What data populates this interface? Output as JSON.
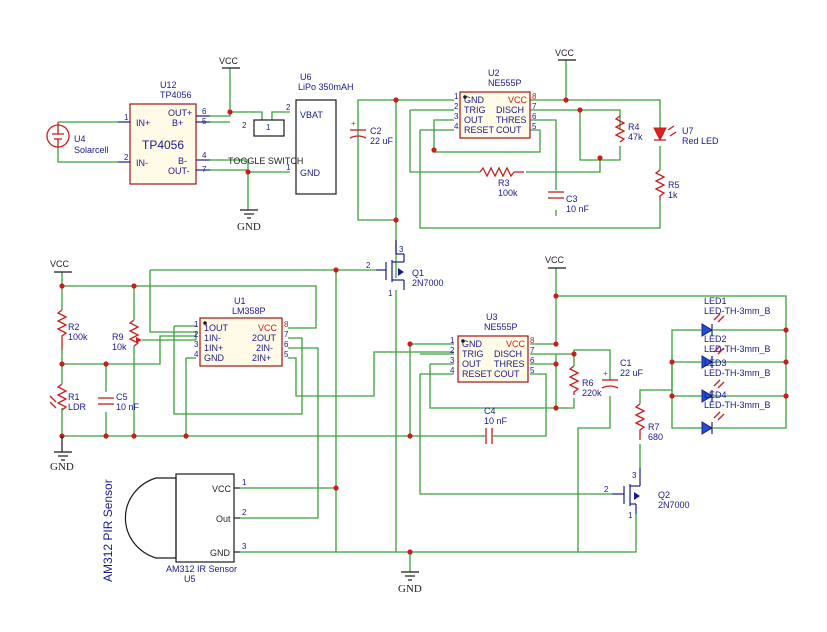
{
  "components": {
    "u12": {
      "ref": "U12",
      "part": "TP4056",
      "title": "TP4056",
      "pins": [
        "IN+",
        "IN-",
        "OUT+",
        "B+",
        "B-",
        "OUT-"
      ],
      "pin_nums": [
        "1",
        "2",
        "6",
        "5",
        "4",
        "7"
      ]
    },
    "u4": {
      "ref": "U4",
      "value": "Solarcell",
      "pins": [
        "1",
        "2"
      ]
    },
    "u6": {
      "ref": "U6",
      "value": "LiPo 350mAH",
      "pins": [
        "VBAT",
        "GND"
      ],
      "pin_nums": [
        "2",
        "1"
      ]
    },
    "toggle": {
      "value": "TOGGLE SWITCH",
      "pins": [
        "2",
        "1"
      ]
    },
    "u2": {
      "ref": "U2",
      "part": "NE555P",
      "pins_left": [
        "GND",
        "TRIG",
        "OUT",
        "RESET"
      ],
      "pins_right": [
        "VCC",
        "DISCH",
        "THRES",
        "COUT"
      ],
      "nums_left": [
        "1",
        "2",
        "3",
        "4"
      ],
      "nums_right": [
        "8",
        "7",
        "6",
        "5"
      ]
    },
    "c2": {
      "ref": "C2",
      "value": "22 uF"
    },
    "r4": {
      "ref": "R4",
      "value": "47k"
    },
    "u7": {
      "ref": "U7",
      "value": "Red LED"
    },
    "r5": {
      "ref": "R5",
      "value": "1k"
    },
    "r3": {
      "ref": "R3",
      "value": "100k"
    },
    "c3": {
      "ref": "C3",
      "value": "10 nF"
    },
    "q1": {
      "ref": "Q1",
      "value": "2N7000",
      "pins": [
        "2",
        "3",
        "1"
      ]
    },
    "u1": {
      "ref": "U1",
      "part": "LM358P",
      "pins_left": [
        "1OUT",
        "1IN-",
        "1IN+",
        "GND"
      ],
      "pins_right": [
        "VCC",
        "2OUT",
        "2IN-",
        "2IN+"
      ],
      "nums_left": [
        "1",
        "2",
        "3",
        "4"
      ],
      "nums_right": [
        "8",
        "7",
        "6",
        "5"
      ]
    },
    "r2": {
      "ref": "R2",
      "value": "100k"
    },
    "r9": {
      "ref": "R9",
      "value": "10k"
    },
    "r1": {
      "ref": "R1",
      "value": "LDR"
    },
    "c5": {
      "ref": "C5",
      "value": "10 nF"
    },
    "u3": {
      "ref": "U3",
      "part": "NE555P",
      "pins_left": [
        "GND",
        "TRIG",
        "OUT",
        "RESET"
      ],
      "pins_right": [
        "VCC",
        "DISCH",
        "THRES",
        "COUT"
      ],
      "nums_left": [
        "1",
        "2",
        "3",
        "4"
      ],
      "nums_right": [
        "8",
        "7",
        "6",
        "5"
      ]
    },
    "c1": {
      "ref": "C1",
      "value": "22 uF"
    },
    "r6": {
      "ref": "R6",
      "value": "220k"
    },
    "c4": {
      "ref": "C4",
      "value": "10 nF"
    },
    "r7": {
      "ref": "R7",
      "value": "680"
    },
    "q2": {
      "ref": "Q2",
      "value": "2N7000",
      "pins": [
        "2",
        "3",
        "1"
      ]
    },
    "leds": [
      {
        "ref": "LED1",
        "value": "LED-TH-3mm_B"
      },
      {
        "ref": "LED2",
        "value": "LED-TH-3mm_B"
      },
      {
        "ref": "LED3",
        "value": "LED-TH-3mm_B"
      },
      {
        "ref": "LED4",
        "value": "LED-TH-3mm_B"
      }
    ],
    "u5": {
      "ref": "U5",
      "value": "AM312 IR Sensor",
      "side_label": "AM312 PIR Sensor",
      "pins": [
        "VCC",
        "Out",
        "GND"
      ],
      "pin_nums": [
        "1",
        "2",
        "3"
      ]
    }
  },
  "power": {
    "vcc": "VCC",
    "gnd": "GND"
  }
}
